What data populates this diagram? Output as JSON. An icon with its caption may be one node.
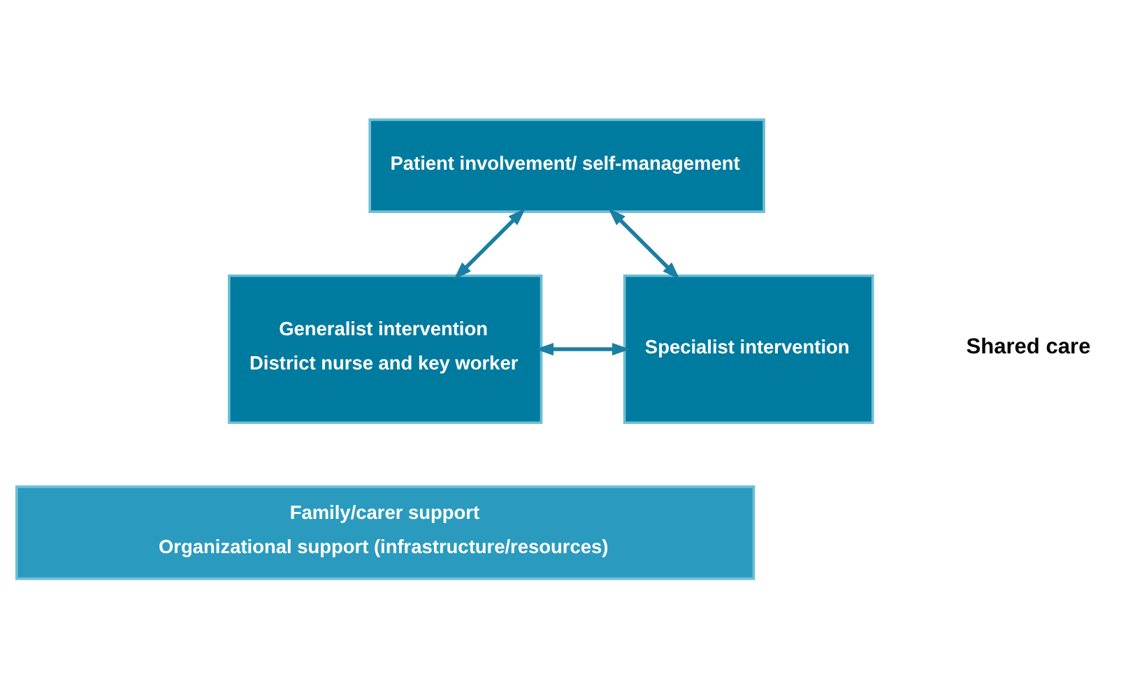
{
  "diagram": {
    "nodes": [
      {
        "text": [
          "Patient involvement/ self-management"
        ]
      },
      {
        "text": [
          "Generalist intervention",
          "District nurse and key worker"
        ]
      },
      {
        "text": [
          "Specialist intervention"
        ]
      },
      {
        "text": [
          "Family/carer support",
          "Organizational support (infrastructure/resources)"
        ]
      }
    ],
    "edges": [
      {
        "from": 0,
        "to": 1,
        "arrow": "both"
      },
      {
        "from": 0,
        "to": 2,
        "arrow": "both"
      },
      {
        "from": 1,
        "to": 2,
        "arrow": "both"
      }
    ],
    "labels": [
      "Shared care"
    ]
  }
}
